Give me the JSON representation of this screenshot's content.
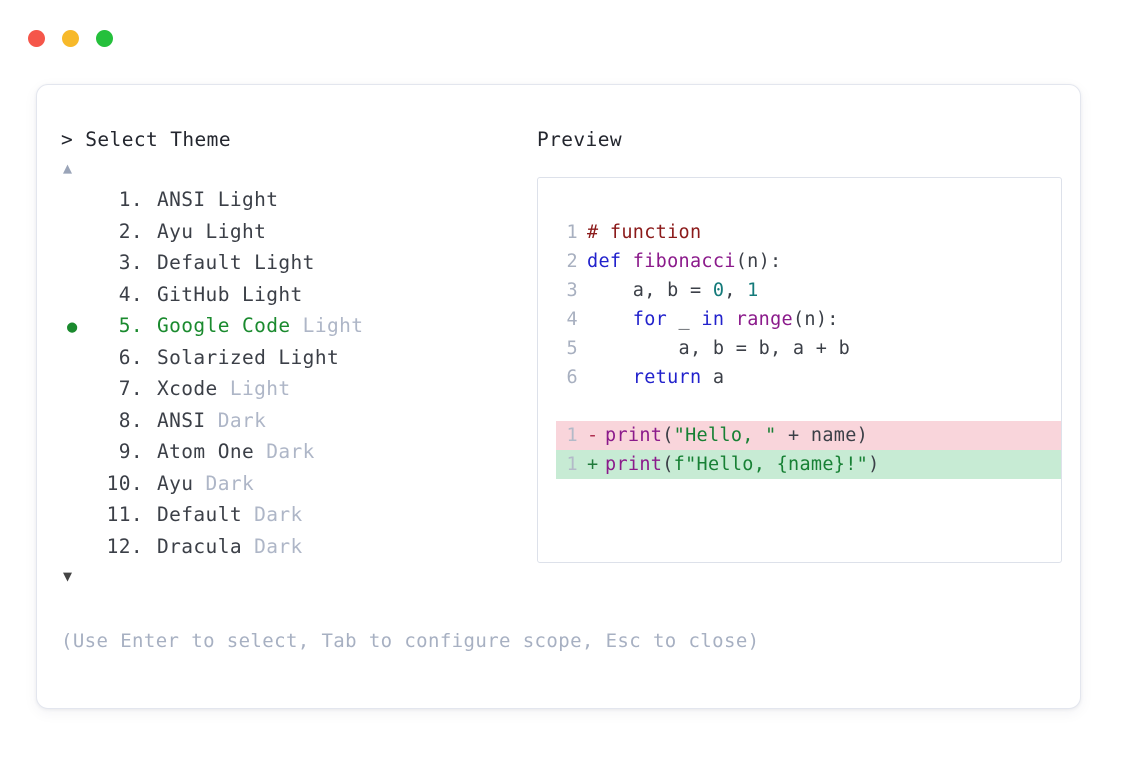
{
  "window": {
    "dots": [
      {
        "name": "close",
        "color": "#f5564a"
      },
      {
        "name": "minimize",
        "color": "#f7b92a"
      },
      {
        "name": "maximize",
        "color": "#25c03c"
      }
    ]
  },
  "prompt": {
    "caret": ">",
    "title": "Select Theme",
    "scroll_up": "▲",
    "scroll_down": "▼",
    "selected_index": 5,
    "bullet": "●"
  },
  "themes": [
    {
      "index": "1.",
      "name": "ANSI Light",
      "variant": "",
      "variant_muted": false,
      "selected": false
    },
    {
      "index": "2.",
      "name": "Ayu Light",
      "variant": "",
      "variant_muted": false,
      "selected": false
    },
    {
      "index": "3.",
      "name": "Default Light",
      "variant": "",
      "variant_muted": false,
      "selected": false
    },
    {
      "index": "4.",
      "name": "GitHub Light",
      "variant": "",
      "variant_muted": false,
      "selected": false
    },
    {
      "index": "5.",
      "name": "Google Code",
      "variant": "Light",
      "variant_muted": true,
      "selected": true
    },
    {
      "index": "6.",
      "name": "Solarized Light",
      "variant": "",
      "variant_muted": false,
      "selected": false
    },
    {
      "index": "7.",
      "name": "Xcode",
      "variant": "Light",
      "variant_muted": true,
      "selected": false
    },
    {
      "index": "8.",
      "name": "ANSI",
      "variant": "Dark",
      "variant_muted": true,
      "selected": false
    },
    {
      "index": "9.",
      "name": "Atom One",
      "variant": "Dark",
      "variant_muted": true,
      "selected": false
    },
    {
      "index": "10.",
      "name": "Ayu",
      "variant": "Dark",
      "variant_muted": true,
      "selected": false
    },
    {
      "index": "11.",
      "name": "Default",
      "variant": "Dark",
      "variant_muted": true,
      "selected": false
    },
    {
      "index": "12.",
      "name": "Dracula",
      "variant": "Dark",
      "variant_muted": true,
      "selected": false
    }
  ],
  "hint": "(Use Enter to select, Tab to configure scope, Esc to close)",
  "preview": {
    "label": "Preview",
    "code_lines": [
      {
        "number": "1",
        "tokens": [
          {
            "text": "# function",
            "type": "comment"
          }
        ]
      },
      {
        "number": "2",
        "tokens": [
          {
            "text": "def ",
            "type": "keyword"
          },
          {
            "text": "fibonacci",
            "type": "func"
          },
          {
            "text": "(n):",
            "type": "plain"
          }
        ]
      },
      {
        "number": "3",
        "tokens": [
          {
            "text": "    a, b = ",
            "type": "plain"
          },
          {
            "text": "0",
            "type": "number"
          },
          {
            "text": ", ",
            "type": "plain"
          },
          {
            "text": "1",
            "type": "number"
          }
        ]
      },
      {
        "number": "4",
        "tokens": [
          {
            "text": "    ",
            "type": "plain"
          },
          {
            "text": "for",
            "type": "keyword"
          },
          {
            "text": " _ ",
            "type": "plain"
          },
          {
            "text": "in",
            "type": "keyword"
          },
          {
            "text": " ",
            "type": "plain"
          },
          {
            "text": "range",
            "type": "builtin"
          },
          {
            "text": "(n):",
            "type": "plain"
          }
        ]
      },
      {
        "number": "5",
        "tokens": [
          {
            "text": "        a, b = b, a + b",
            "type": "plain"
          }
        ]
      },
      {
        "number": "6",
        "tokens": [
          {
            "text": "    ",
            "type": "plain"
          },
          {
            "text": "return",
            "type": "keyword"
          },
          {
            "text": " a",
            "type": "plain"
          }
        ]
      }
    ],
    "diff_lines": [
      {
        "number": "1",
        "kind": "del",
        "marker": "-",
        "tokens": [
          {
            "text": "print",
            "type": "builtin"
          },
          {
            "text": "(",
            "type": "plain"
          },
          {
            "text": "\"Hello, \"",
            "type": "string"
          },
          {
            "text": " + name)",
            "type": "plain"
          }
        ]
      },
      {
        "number": "1",
        "kind": "add",
        "marker": "+",
        "tokens": [
          {
            "text": "print",
            "type": "builtin"
          },
          {
            "text": "(",
            "type": "plain"
          },
          {
            "text": "f\"Hello, {name}!\"",
            "type": "string"
          },
          {
            "text": ")",
            "type": "plain"
          }
        ]
      }
    ]
  },
  "colors": {
    "accent_green": "#1a8a2e",
    "muted": "#aeb6c7",
    "hint": "#a7b0c2",
    "diff_del_bg": "#f9d5db",
    "diff_add_bg": "#c7ebd4",
    "panel_border": "#dde1ea",
    "card_border": "#e3e6ee"
  }
}
